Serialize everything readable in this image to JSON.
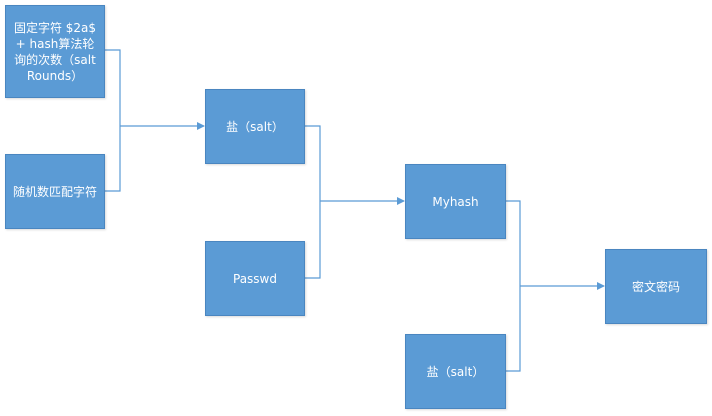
{
  "nodes": {
    "salt_rounds": "固定字符 $2a$ + hash算法轮询的次数（saltRounds）",
    "random_chars": "随机数匹配字符",
    "salt_1": "盐（salt）",
    "passwd": "Passwd",
    "myhash": "Myhash",
    "salt_2": "盐（salt）",
    "cipher": "密文密码"
  },
  "colors": {
    "node_fill": "#5b9bd5",
    "node_border": "#4a86c0",
    "connector": "#5b9bd5",
    "text": "#ffffff"
  }
}
